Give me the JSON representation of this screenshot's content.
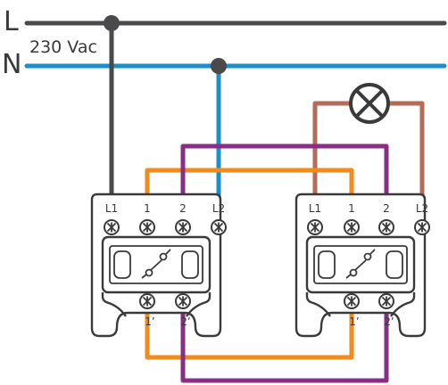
{
  "supply": {
    "line": "L",
    "neutral": "N",
    "voltage": "230 Vac"
  },
  "colors": {
    "line": "#4a4a4c",
    "neutral": "#1a8fc9",
    "traveler_a": "#f28a1c",
    "traveler_b": "#8a2d86",
    "lamp": "#b66a58",
    "device": "#3a3a3a"
  },
  "switches": [
    {
      "name": "switch-left",
      "top_terminals": [
        "L1",
        "1",
        "2",
        "L2"
      ],
      "bottom_terminals": [
        "1’",
        "2’"
      ]
    },
    {
      "name": "switch-right",
      "top_terminals": [
        "L1",
        "1",
        "2",
        "L2"
      ],
      "bottom_terminals": [
        "1’",
        "2’"
      ]
    }
  ],
  "icons": {
    "lamp": "lamp-icon",
    "switch": "switch-symbol-icon",
    "screw": "screw-terminal-icon"
  }
}
